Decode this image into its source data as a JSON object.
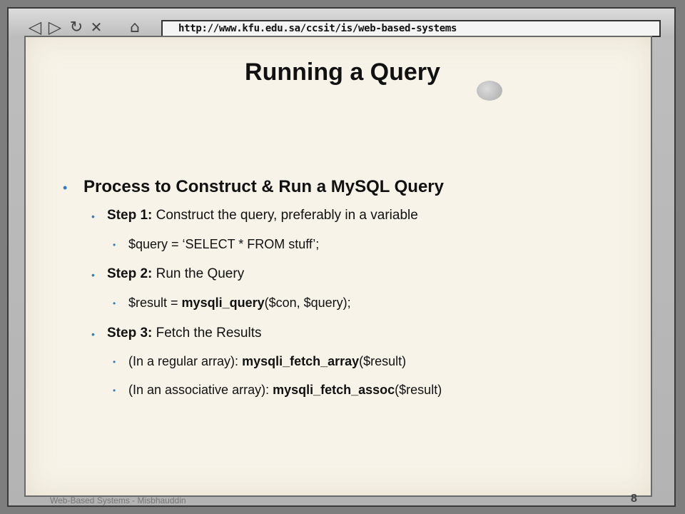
{
  "browser": {
    "back_icon": "back-arrow-icon",
    "forward_icon": "forward-arrow-icon",
    "reload_icon": "reload-icon",
    "stop_icon": "close-icon",
    "home_icon": "home-icon",
    "url": "http://www.kfu.edu.sa/ccsit/is/web-based-systems"
  },
  "slide": {
    "title": "Running a Query",
    "heading": "Process to Construct & Run a MySQL Query",
    "step1": {
      "label": "Step 1:",
      "text": " Construct the query, preferably in a variable"
    },
    "step1_code": "$query = ‘SELECT * FROM stuff’;",
    "step2": {
      "label": "Step 2:",
      "text": " Run the Query"
    },
    "step2_code": {
      "pre": "$result = ",
      "fn": "mysqli_query",
      "post": "($con, $query);"
    },
    "step3": {
      "label": "Step 3:",
      "text": " Fetch the Results"
    },
    "step3_a": {
      "pre": "(In a regular array): ",
      "fn": "mysqli_fetch_array",
      "post": "($result)"
    },
    "step3_b": {
      "pre": "(In an associative array): ",
      "fn": "mysqli_fetch_assoc",
      "post": "($result)"
    },
    "footer": "Web-Based Systems - Misbhauddin",
    "page_number": "8"
  },
  "colors": {
    "bullet": "#2f7ec0",
    "slide_bg": "#f7f3e8"
  }
}
